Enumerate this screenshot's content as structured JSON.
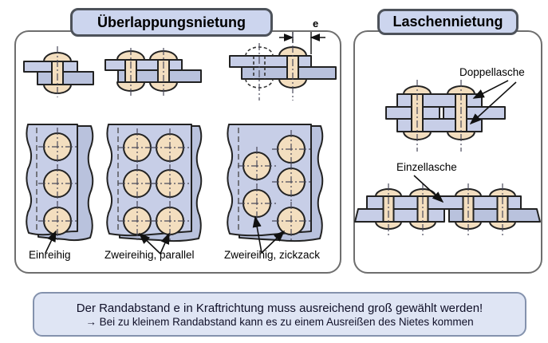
{
  "left_panel": {
    "title": "Überlappungsnietung",
    "edge_distance_label": "e",
    "captions": [
      {
        "label": "Einreihig"
      },
      {
        "label": "Zweireihig, parallel"
      },
      {
        "label": "Zweireihig, zickzack"
      }
    ]
  },
  "right_panel": {
    "title": "Laschennietung",
    "double_strap_label": "Doppellasche",
    "single_strap_label": "Einzellasche"
  },
  "note": {
    "line1": "Der Randabstand e in Kraftrichtung muss ausreichend groß gewählt werden!",
    "line2": "→ Bei zu kleinem Randabstand kann es zu einem Ausreißen des Nietes kommen"
  },
  "colors": {
    "plate_fill": "#c7cee7",
    "plate_shadow_fill": "#b9c2dd",
    "rivet_fill": "#f3debf",
    "line_color": "#222222",
    "panel_border": "#6e6e6e",
    "title_box_fill": "#ccd5ee",
    "title_box_border": "#4d525a",
    "note_box_fill": "#dfe5f4",
    "note_box_border": "#8492ad",
    "note_text": "#101028"
  }
}
